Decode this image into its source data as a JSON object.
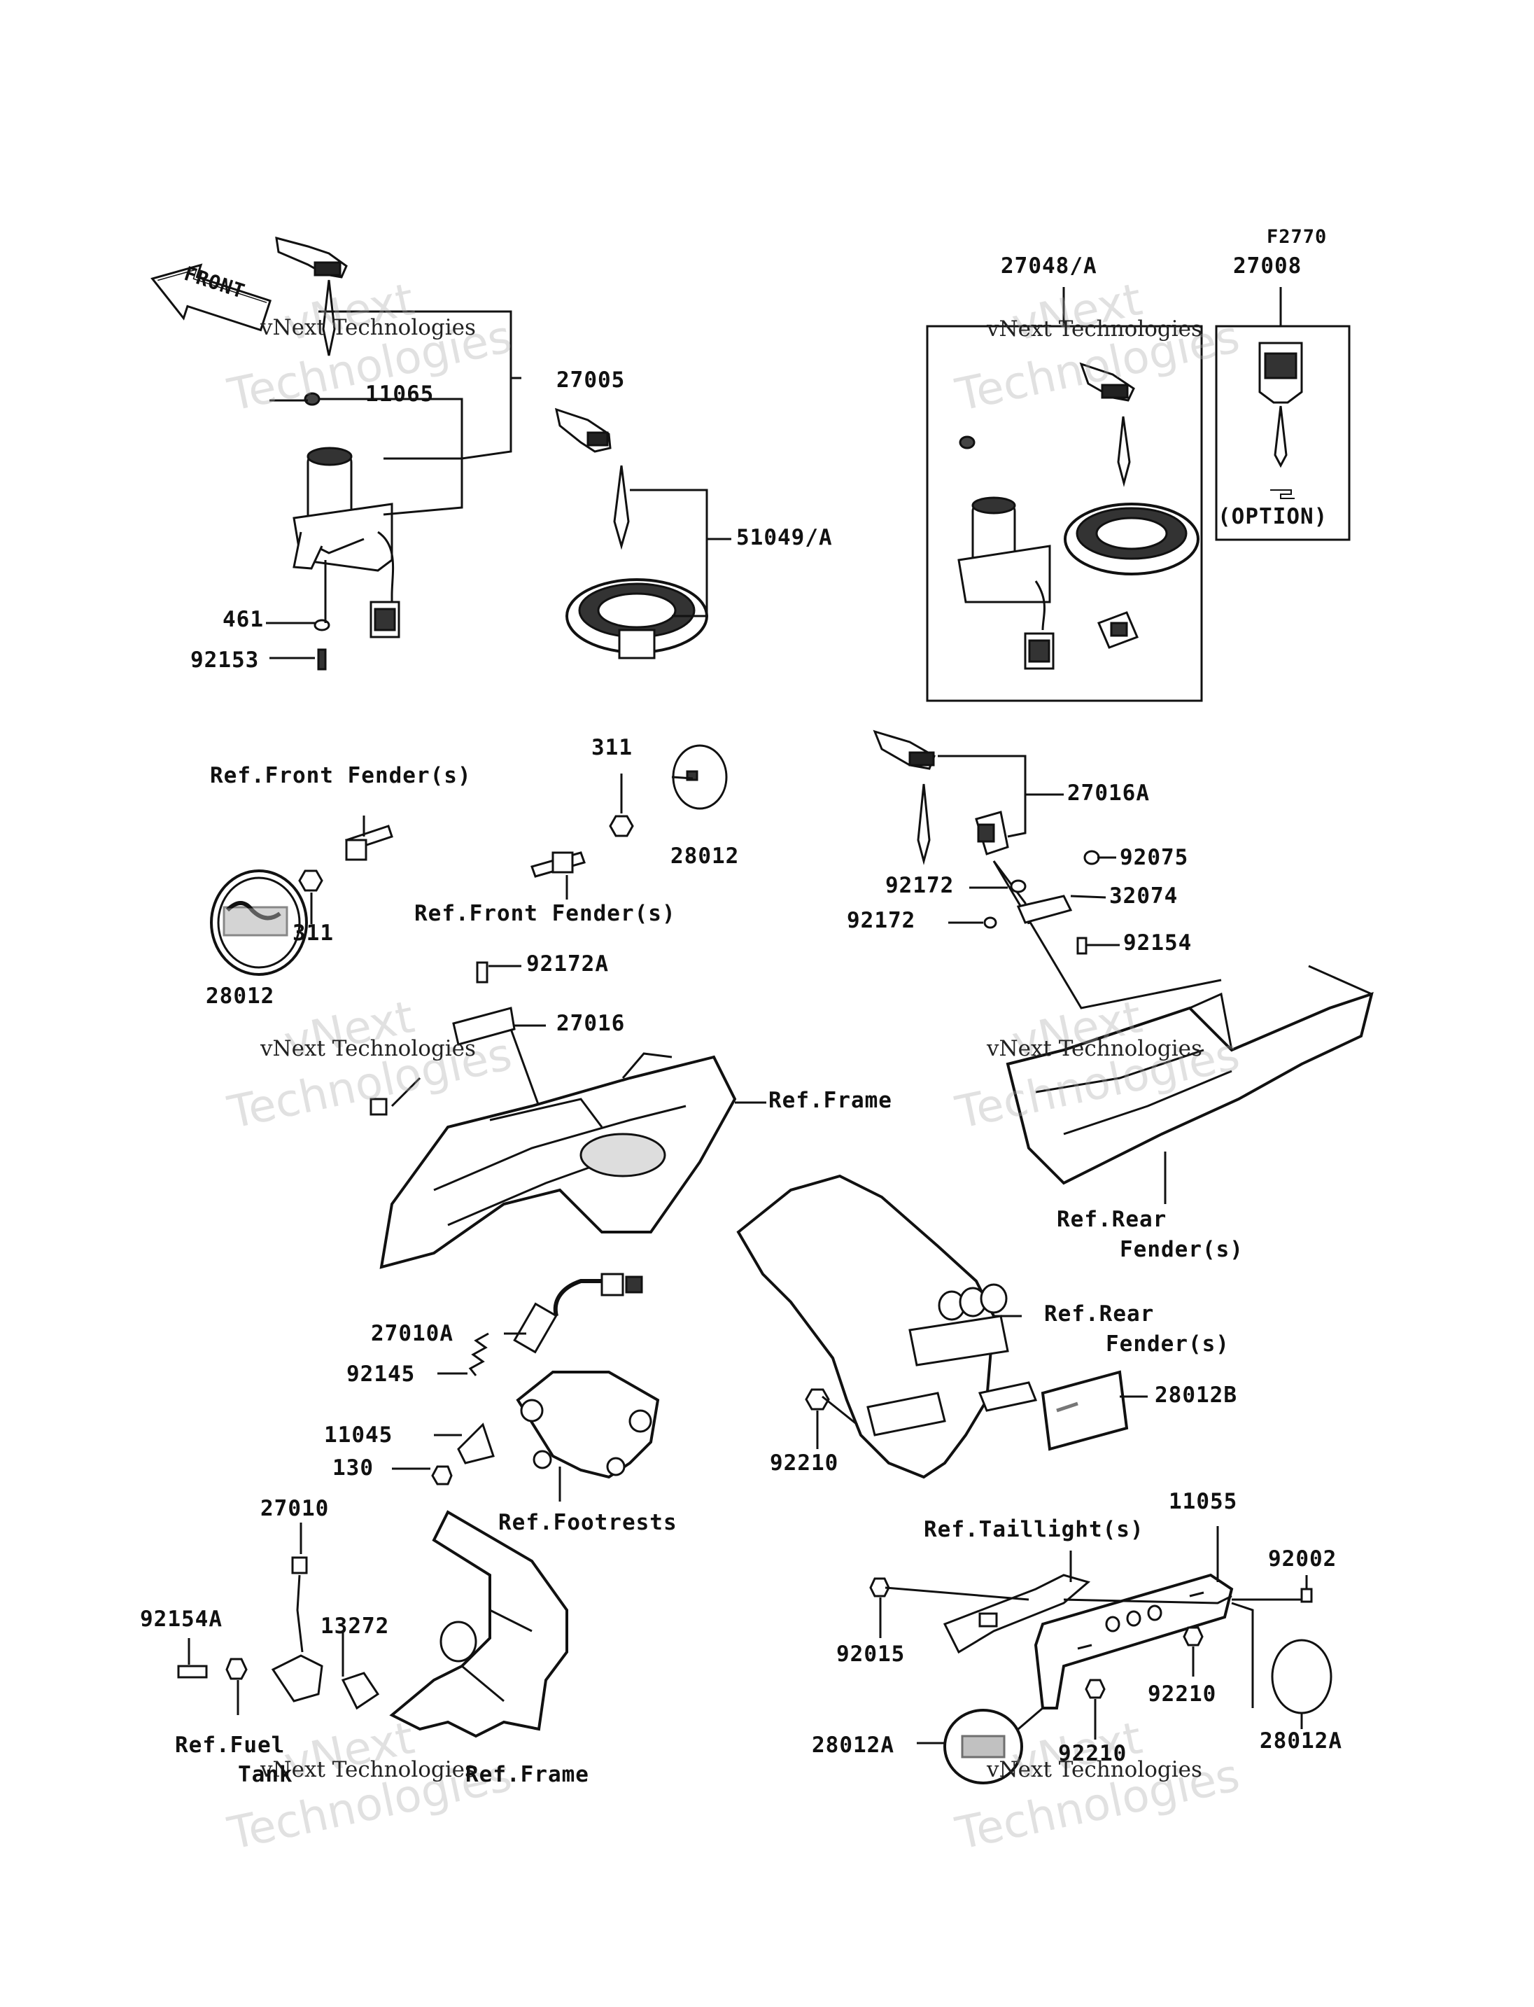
{
  "diagram": {
    "figure_code": "F2770",
    "front_arrow": "FRONT",
    "option_note": "(OPTION)",
    "watermark": {
      "line1": "vNext Technologies",
      "line2": "vNext",
      "line3": "Technologies"
    },
    "parts": {
      "p27048A": "27048/A",
      "p27008": "27008",
      "p27005": "27005",
      "p11065": "11065",
      "p51049A": "51049/A",
      "p461": "461",
      "p92153": "92153",
      "p311a": "311",
      "p311b": "311",
      "p28012a": "28012",
      "p28012b": "28012",
      "p27016A": "27016A",
      "p92075": "92075",
      "p92172a": "92172",
      "p92172b": "92172",
      "p32074": "32074",
      "p92154": "92154",
      "p92172A": "92172A",
      "p27016": "27016",
      "p27010A": "27010A",
      "p92145": "92145",
      "p11045": "11045",
      "p130": "130",
      "p92210a": "92210",
      "p28012B": "28012B",
      "p27010": "27010",
      "p11055": "11055",
      "p92002": "92002",
      "p92154A": "92154A",
      "p13272": "13272",
      "p92015": "92015",
      "p92210b": "92210",
      "p92210c": "92210",
      "p28012Aa": "28012A",
      "p28012Ab": "28012A"
    },
    "refs": {
      "front_fender_1": "Ref.Front Fender(s)",
      "front_fender_2": "Ref.Front Fender(s)",
      "frame_1": "Ref.Frame",
      "rear_fender_1_l1": "Ref.Rear",
      "rear_fender_1_l2": "Fender(s)",
      "rear_fender_2_l1": "Ref.Rear",
      "rear_fender_2_l2": "Fender(s)",
      "footrests": "Ref.Footrests",
      "taillight": "Ref.Taillight(s)",
      "fuel_tank_l1": "Ref.Fuel",
      "fuel_tank_l2": "Tank",
      "frame_2": "Ref.Frame"
    }
  }
}
